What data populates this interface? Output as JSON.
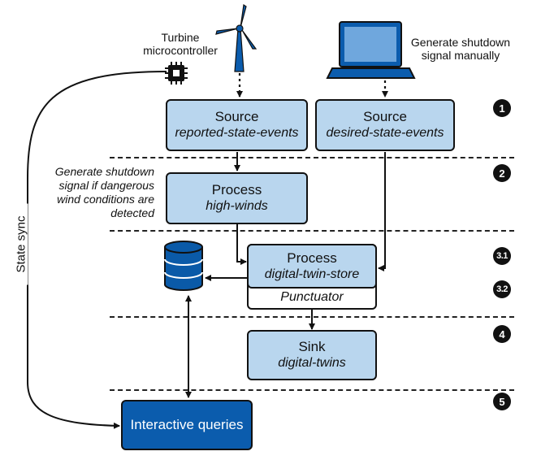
{
  "turbine": {
    "label_line1": "Turbine",
    "label_line2": "microcontroller"
  },
  "laptop": {
    "label_line1": "Generate shutdown",
    "label_line2": "signal manually"
  },
  "note": {
    "line1": "Generate shutdown",
    "line2": "signal if dangerous",
    "line3": "wind conditions are",
    "line4": "detected"
  },
  "boxes": {
    "source_reported": {
      "title": "Source",
      "subtitle": "reported-state-events"
    },
    "source_desired": {
      "title": "Source",
      "subtitle": "desired-state-events"
    },
    "process_highwinds": {
      "title": "Process",
      "subtitle": "high-winds"
    },
    "process_twin": {
      "title": "Process",
      "subtitle": "digital-twin-store"
    },
    "punctuator": {
      "subtitle": "Punctuator"
    },
    "sink": {
      "title": "Sink",
      "subtitle": "digital-twins"
    },
    "queries": {
      "title": "Interactive queries"
    }
  },
  "state_sync_label": "State sync",
  "steps": [
    "1",
    "2",
    "3.1",
    "3.2",
    "4",
    "5"
  ],
  "colors": {
    "box_fill": "#b9d6ee",
    "dark_blue": "#0b5cad",
    "db_blue": "#0a5aa8"
  }
}
